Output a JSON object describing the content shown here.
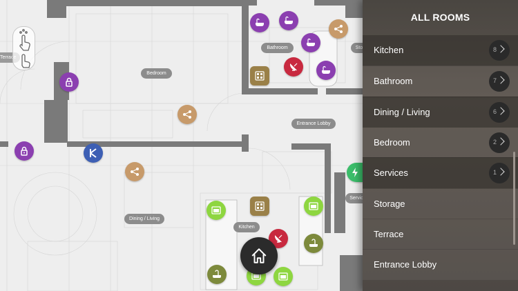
{
  "panel": {
    "title": "ALL ROOMS",
    "rooms": [
      {
        "label": "Kitchen",
        "count": "8",
        "shade": "dark"
      },
      {
        "label": "Bathroom",
        "count": "7",
        "shade": "light"
      },
      {
        "label": "Dining / Living",
        "count": "6",
        "shade": "dark"
      },
      {
        "label": "Bedroom",
        "count": "2",
        "shade": "light"
      },
      {
        "label": "Services",
        "count": "1",
        "shade": "dark"
      },
      {
        "label": "Storage",
        "count": "",
        "shade": "light"
      },
      {
        "label": "Terrace",
        "count": "",
        "shade": "light"
      },
      {
        "label": "Entrance Lobby",
        "count": "",
        "shade": "light"
      }
    ]
  },
  "map": {
    "labels": {
      "bedroom": "Bedroom",
      "bathroom": "Bathroom",
      "entrance": "Entrance Lobby",
      "dining": "Dining / Living",
      "kitchen": "Kitchen",
      "terrace": "Terrace",
      "services": "Servic",
      "storage": "Sto"
    }
  },
  "colors": {
    "purple": "#8b3fb0",
    "red": "#c8293f",
    "tan": "#c79a6a",
    "olive": "#9a8048",
    "green": "#8ed640",
    "darkolive": "#7d8a3c",
    "blue": "#3d5fb4",
    "emerald": "#3bbd6a"
  }
}
